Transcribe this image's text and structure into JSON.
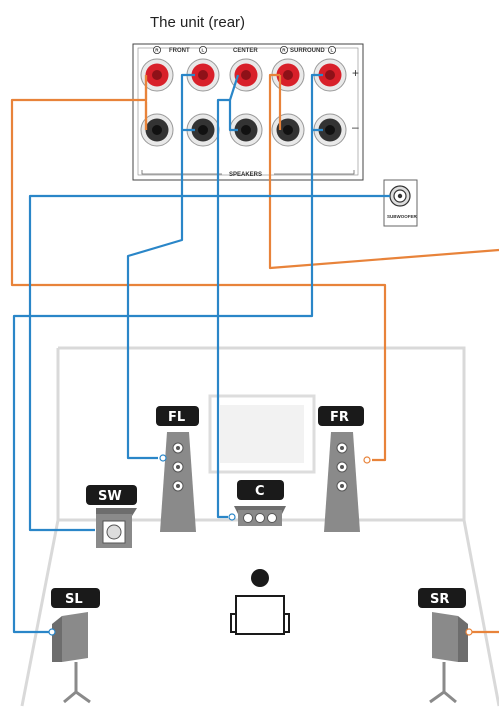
{
  "title": "The unit (rear)",
  "panel": {
    "front_label": "FRONT",
    "center_label": "CENTER",
    "surround_label": "SURROUND",
    "r_mark": "R",
    "l_mark": "L",
    "plus_sign": "+",
    "minus_sign": "–",
    "speakers_label": "SPEAKERS",
    "subwoofer_label": "SUBWOOFER"
  },
  "speakers": {
    "fl": "FL",
    "fr": "FR",
    "c": "C",
    "sw": "SW",
    "sl": "SL",
    "sr": "SR"
  },
  "colors": {
    "orange_wire": "#e8833a",
    "blue_wire": "#2a86c8",
    "red_terminal": "#d8202a",
    "dark_terminal": "#333333",
    "speaker_gray": "#8a8a8a",
    "badge": "#1a1a1a",
    "room_wall": "#d8d8d8"
  }
}
